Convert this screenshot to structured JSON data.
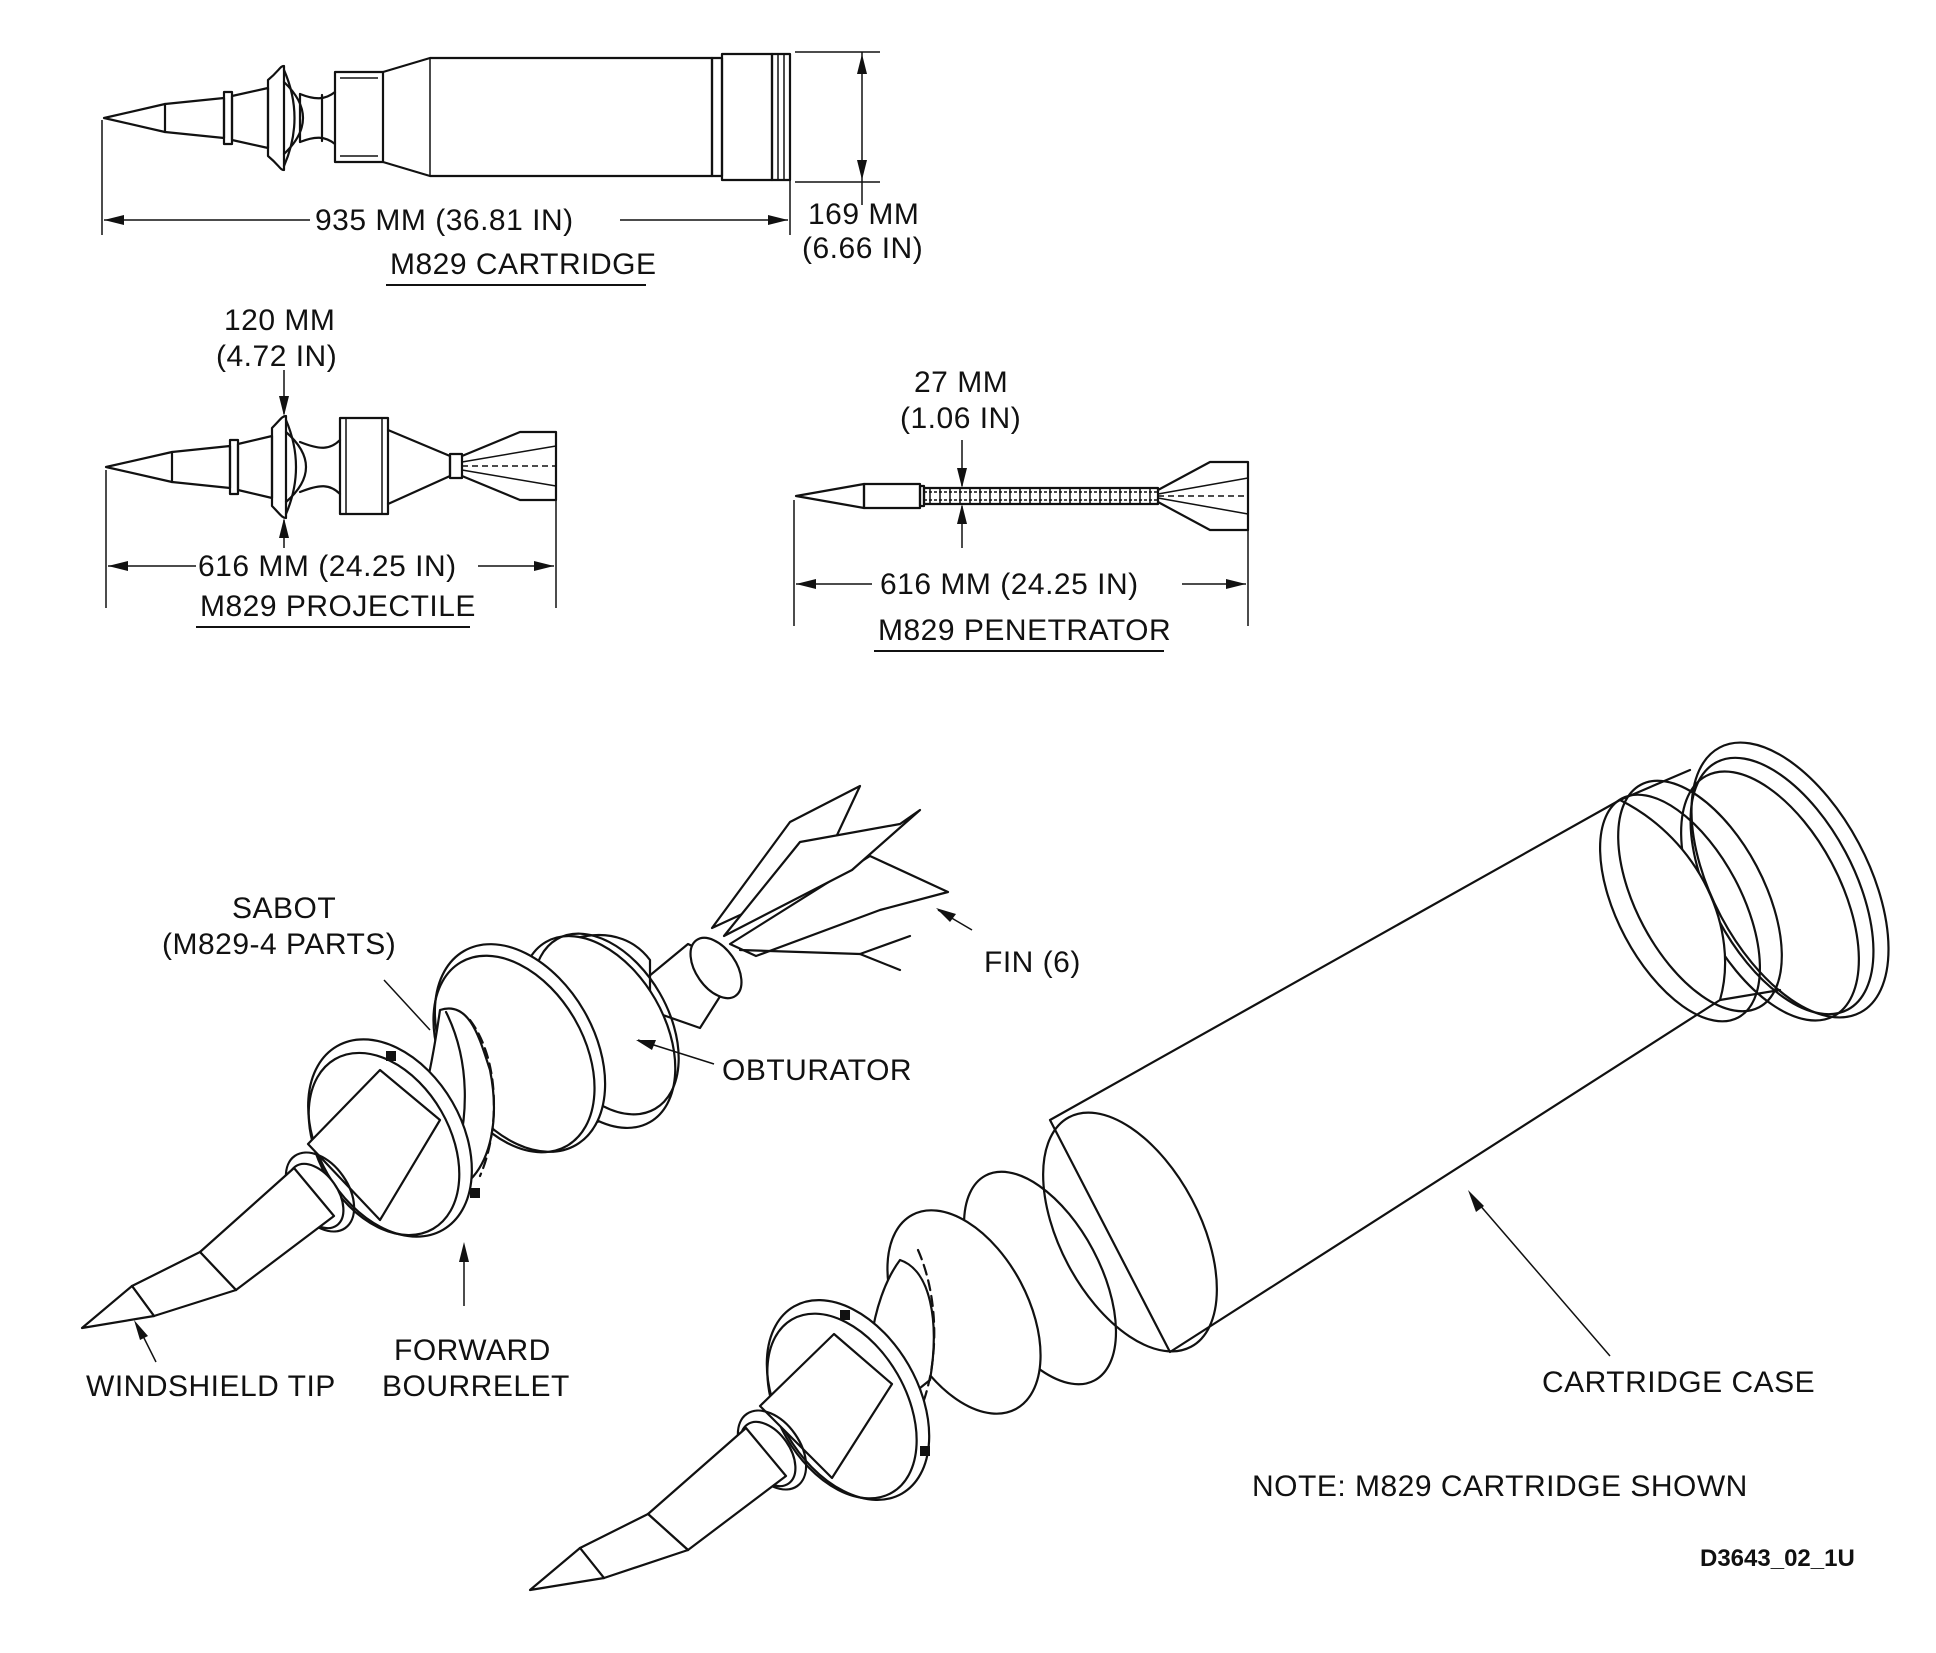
{
  "cartridge": {
    "length": "935 MM (36.81 IN)",
    "diameter_mm": "169 MM",
    "diameter_in": "(6.66 IN)",
    "title": "M829 CARTRIDGE"
  },
  "projectile": {
    "diameter_mm": "120 MM",
    "diameter_in": "(4.72 IN)",
    "length": "616 MM (24.25 IN)",
    "title": "M829 PROJECTILE"
  },
  "penetrator": {
    "diameter_mm": "27 MM",
    "diameter_in": "(1.06 IN)",
    "length": "616 MM (24.25 IN)",
    "title": "M829 PENETRATOR"
  },
  "callouts": {
    "sabot_1": "SABOT",
    "sabot_2": "(M829-4 PARTS)",
    "fin": "FIN (6)",
    "obturator": "OBTURATOR",
    "windshield_tip": "WINDSHIELD TIP",
    "forward_1": "FORWARD",
    "forward_2": "BOURRELET",
    "cartridge_case": "CARTRIDGE CASE"
  },
  "note": "NOTE:  M829 CARTRIDGE SHOWN",
  "drawing_code": "D3643_02_1U"
}
